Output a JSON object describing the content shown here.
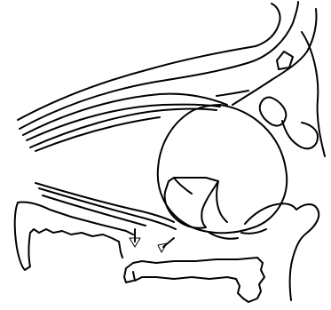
{
  "diagram": {
    "style": "black line drawing on white background",
    "colors": {
      "background": "#ffffff",
      "ink": "#000000"
    },
    "parts": [
      {
        "id": "upper-bone-layers",
        "icon": "curved-contour-lines"
      },
      {
        "id": "lower-left-bone",
        "icon": "jagged-outline"
      },
      {
        "id": "lower-right-bone",
        "icon": "jagged-outline"
      },
      {
        "id": "round-body",
        "icon": "circle-outline"
      },
      {
        "id": "inner-cut-shape",
        "icon": "angular-outline"
      },
      {
        "id": "joint-lobes",
        "icon": "rounded-outline"
      },
      {
        "id": "small-hole",
        "icon": "diamond-outline"
      },
      {
        "id": "arrow-left",
        "icon": "down-arrow"
      },
      {
        "id": "arrow-right",
        "icon": "down-left-arrow"
      }
    ]
  }
}
